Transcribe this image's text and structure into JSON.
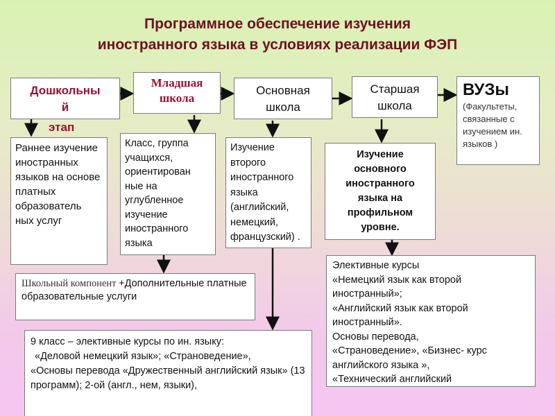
{
  "title": {
    "line1": "Программное обеспечение  изучения",
    "line2": "иностранного языка в условиях реализации ФЭП"
  },
  "stages": {
    "preschool": {
      "line1": "Дошкольны",
      "line2": "й",
      "line3": "этап"
    },
    "junior": {
      "line1": "Младшая",
      "line2": "школа"
    },
    "basic": {
      "line1": "Основная",
      "line2": "школа"
    },
    "senior": {
      "line1": "Старшая",
      "line2": "школа"
    },
    "university": {
      "title": "ВУЗы",
      "desc": "(Факультеты, связанные с изучением ин. языков )"
    }
  },
  "details": {
    "preschool": "Раннее изучение иностранных языков на основе платных образователь ных услуг",
    "junior": "Класс, группа учащихся, ориентирован ные на углубленное изучение иностранного языка",
    "basic": "Изучение второго иностранного языка (английский, немецкий, французский) .",
    "senior": "Изучение основного иностранного языка на профильном уровне."
  },
  "school_component": {
    "part1": "Школьный компонент ",
    "part2": "+Дополнительные платные образовательные услуги"
  },
  "electives_senior": [
    "Элективные курсы",
    "«Немецкий язык как второй иностранный»;",
    "«Английский язык как второй иностранный».",
    "Основы перевода,",
    "«Страноведение», «Бизнес- курс английского языка »,",
    "«Технический английский"
  ],
  "grade9": [
    "9 класс – элективные курсы по ин. языку:",
    "«Деловой  немецкий язык»; «Страноведение»,",
    "«Основы перевода «Дружественный английский язык» (13 программ);   2-ой (англ., нем, языки),"
  ]
}
